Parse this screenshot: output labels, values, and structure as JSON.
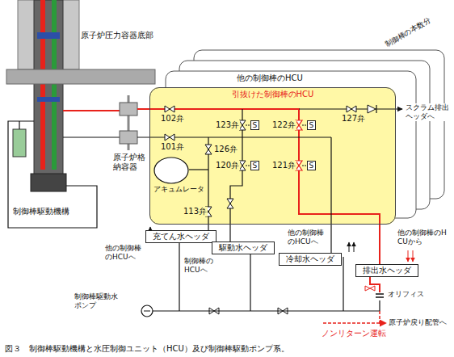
{
  "diagram": {
    "caption": "図３　制御棒駆動機構と水圧制御ユニット（HCU）及び制御棒駆動ポンプ系。",
    "nodes": [
      {
        "text": [
          "他の制御棒のHCU"
        ]
      },
      {
        "text": [
          "引抜けた制御棒のHCU"
        ]
      },
      {
        "text": [
          "S"
        ],
        "in": 1
      },
      {
        "text": [
          "S"
        ],
        "in": 1
      },
      {
        "text": [
          "S"
        ],
        "in": 1
      },
      {
        "text": [
          "S"
        ],
        "in": 1
      },
      {
        "text": [
          "アキュムレータ"
        ],
        "in": 1
      },
      {
        "text": [
          "充てん水ヘッダ"
        ]
      },
      {
        "text": [
          "駆動水ヘッダ"
        ]
      },
      {
        "text": [
          "冷却水ヘッダ"
        ]
      },
      {
        "text": [
          "排出水ヘッダ"
        ]
      }
    ],
    "edges": [
      {
        "from": 7,
        "to": 1,
        "arrow": "none"
      },
      {
        "from": 8,
        "to": 1,
        "arrow": "none"
      },
      {
        "from": 9,
        "to": 1,
        "arrow": "none"
      },
      {
        "from": 10,
        "to": 1,
        "arrow": "none"
      }
    ],
    "labels": [
      "原子炉圧力容器底部",
      "制御棒駆動機構",
      "原子炉格納容器",
      "制御棒の本数分",
      "102弁",
      "101弁",
      "126弁",
      "123弁",
      "122弁",
      "127弁",
      "120弁",
      "121弁",
      "113弁",
      "スクラム排出ヘッダへ",
      "他の制御棒のHCUへ",
      "制御棒のHCUへ",
      "他の制御棒のHCUへ",
      "他の制御棒のHCUから",
      "オリフィス",
      "制御棒駆動水ポンプ",
      "ノンリターン運転",
      "原子炉戻り配管へ"
    ]
  }
}
